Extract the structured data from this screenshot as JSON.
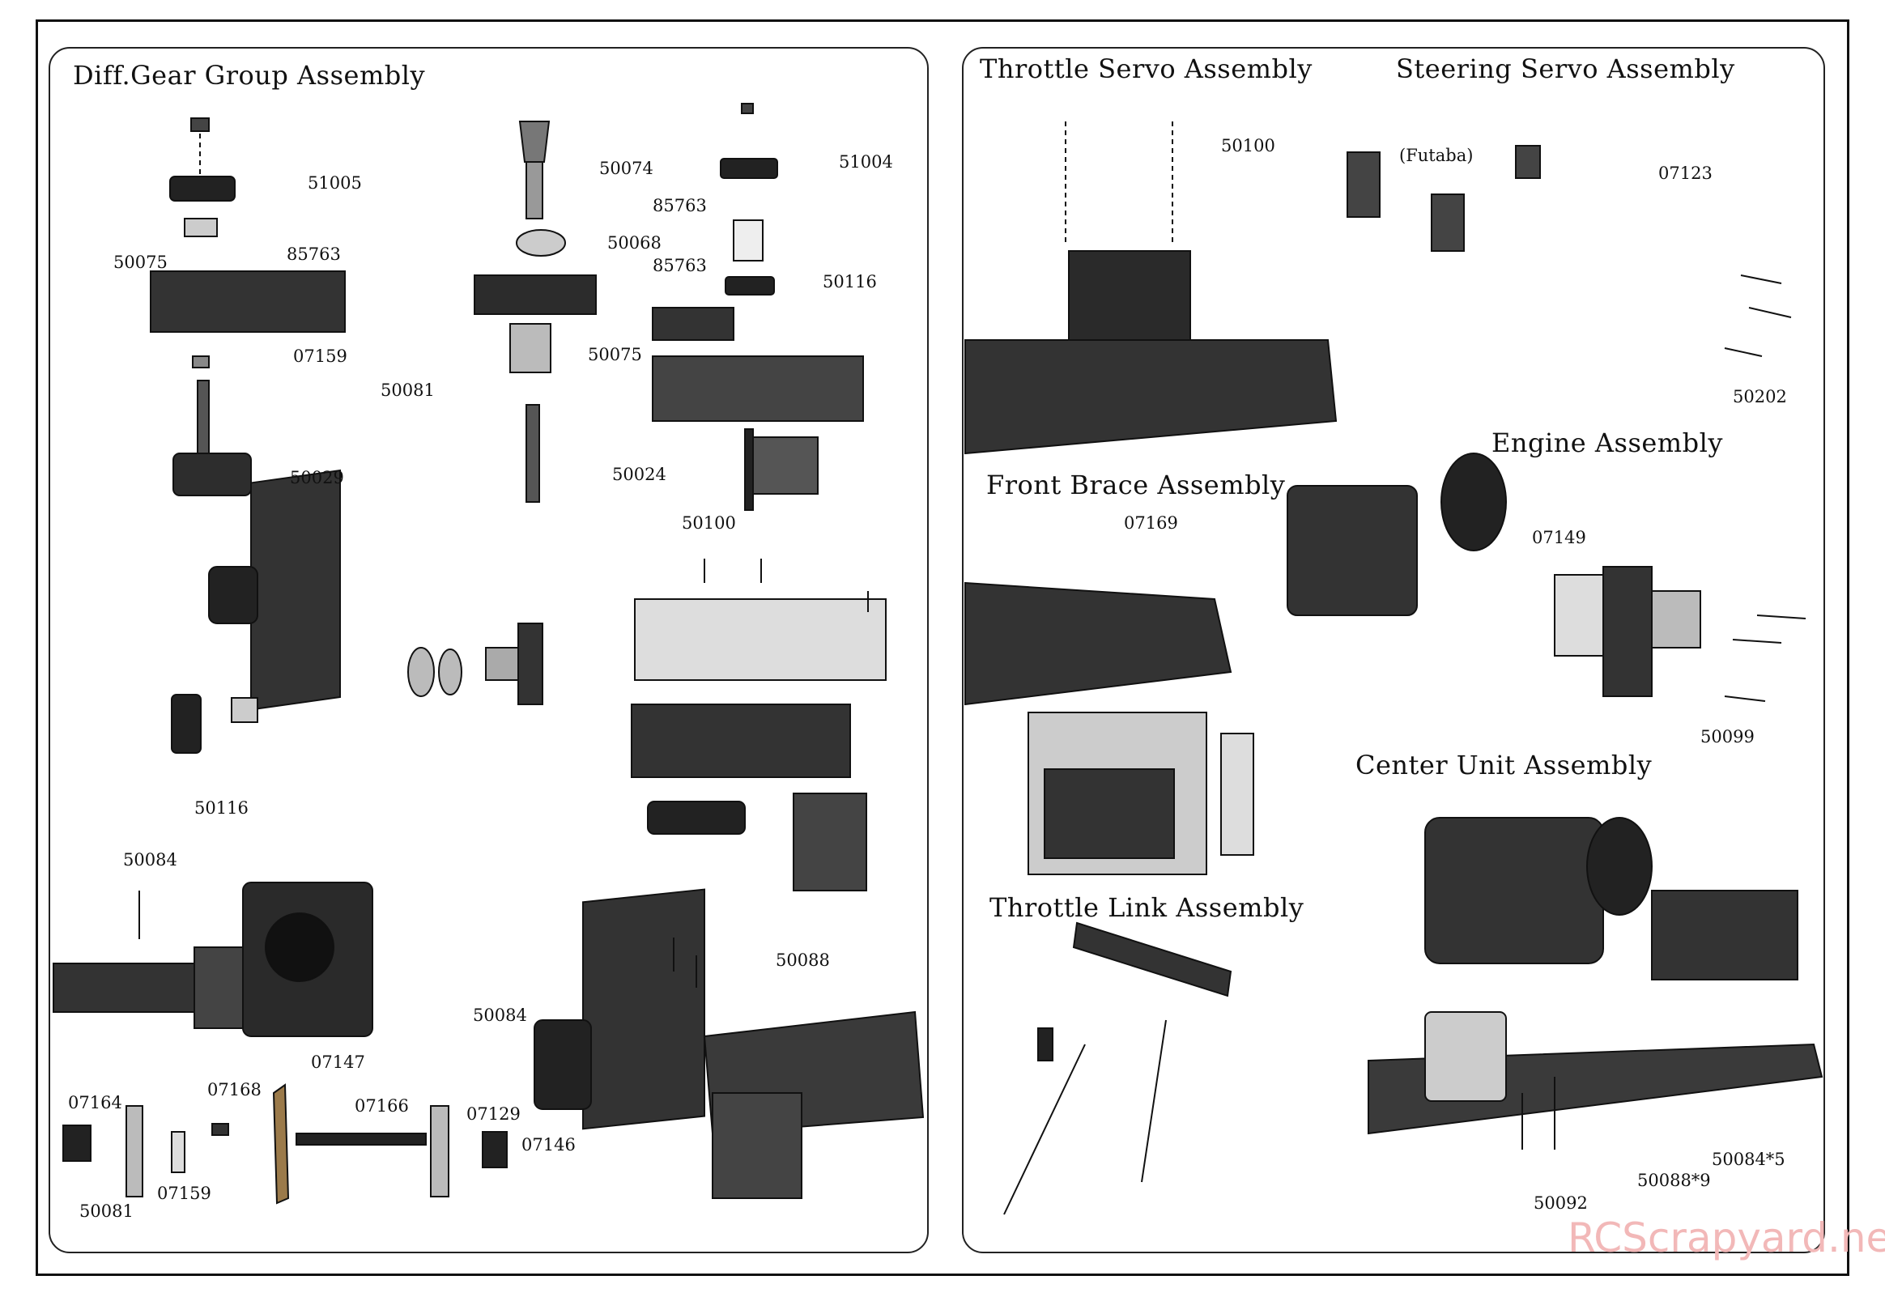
{
  "panels": {
    "left": {
      "title": "Diff.Gear Group Assembly",
      "labels": {
        "p51005": "51005",
        "p50075a": "50075",
        "p85763a": "85763",
        "p07159a": "07159",
        "p50029": "50029",
        "p50074": "50074",
        "p50068": "50068",
        "p50075b": "50075",
        "p50081a": "50081",
        "p50024": "50024",
        "p51004": "51004",
        "p85763b": "85763",
        "p85763c": "85763",
        "p50116a": "50116",
        "p50100a": "50100",
        "p50116b": "50116",
        "p50084a": "50084",
        "p50088a": "50088",
        "p50084b": "50084",
        "p07147": "07147",
        "p07164": "07164",
        "p07168": "07168",
        "p07166": "07166",
        "p07129": "07129",
        "p07146": "07146",
        "p50081b": "50081",
        "p07159b": "07159"
      }
    },
    "right": {
      "titles": {
        "throttle_servo": "Throttle Servo Assembly",
        "steering_servo": "Steering Servo Assembly",
        "front_brace": "Front Brace Assembly",
        "engine": "Engine Assembly",
        "center_unit": "Center Unit  Assembly",
        "throttle_link": "Throttle Link  Assembly"
      },
      "labels": {
        "p50100b": "50100",
        "futaba": "(Futaba)",
        "p07123": "07123",
        "p50202": "50202",
        "p07169": "07169",
        "p07149": "07149",
        "p50099": "50099",
        "p50088x9": "50088*9",
        "p50084x5": "50084*5",
        "p50092": "50092"
      }
    }
  },
  "watermark": "RCScrapyard.net",
  "colors": {
    "line": "#111111",
    "part_dark": "#2a2a2a",
    "part_mid": "#777777",
    "part_light": "#d8d8d8",
    "watermark": "#f2b8b8"
  }
}
